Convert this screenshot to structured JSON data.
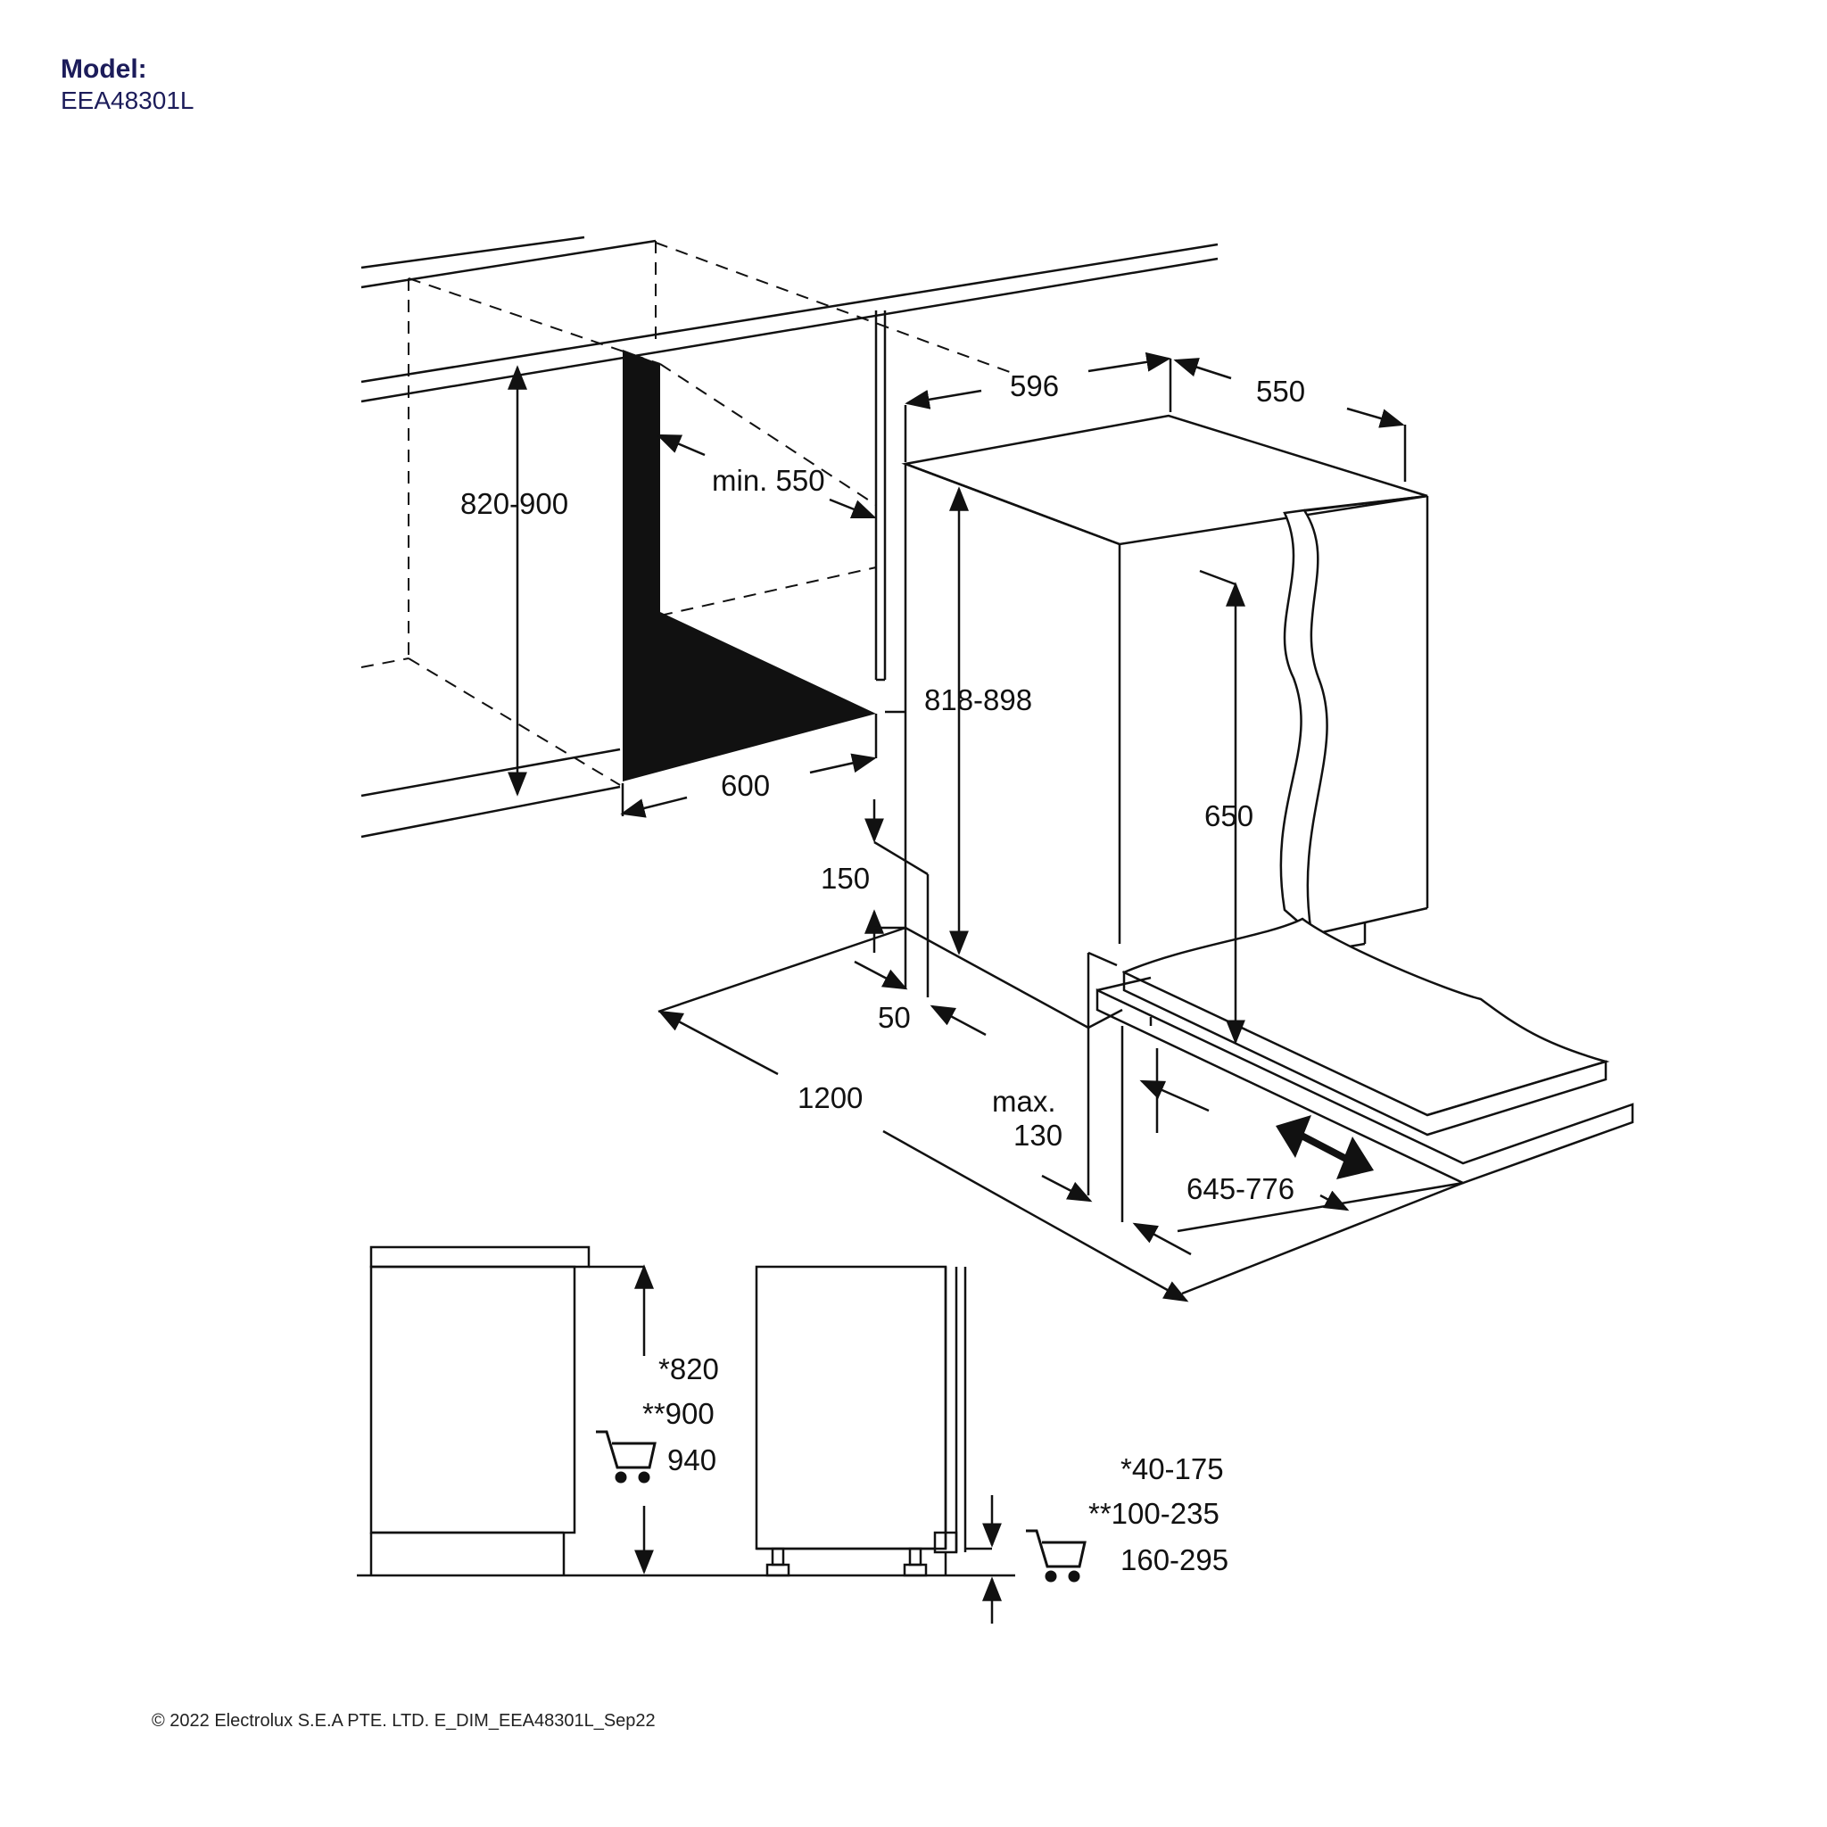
{
  "header": {
    "model_label": "Model:",
    "model_value": "EEA48301L"
  },
  "dimensions": {
    "niche_height": "820-900",
    "niche_depth": "min. 550",
    "niche_width": "600",
    "appliance_width": "596",
    "appliance_depth": "550",
    "appliance_height": "818-898",
    "door_height": "650",
    "plinth_height": "150",
    "plinth_depth": "50",
    "door_clearance": "1200",
    "max_label": "max.",
    "max_value": "130",
    "door_travel": "645-776"
  },
  "side_views": {
    "height_star": "*820",
    "height_double_star": "**900",
    "height_cart": "940",
    "plinth_star": "*40-175",
    "plinth_double_star": "**100-235",
    "plinth_cart": "160-295"
  },
  "icons": [
    "cart-icon",
    "cart-icon",
    "double-arrow-icon"
  ],
  "footer": {
    "copyright": "© 2022 Electrolux S.E.A PTE. LTD.  E_DIM_EEA48301L_Sep22"
  }
}
